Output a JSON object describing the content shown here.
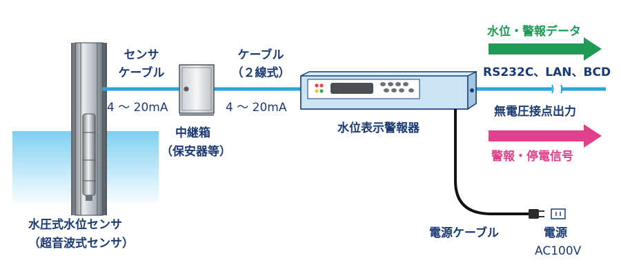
{
  "labels": {
    "sensor_cable_line1": "センサ",
    "sensor_cable_line2": "ケーブル",
    "signal_left": "4 ～ 20mA",
    "junction_box_name": "中継箱",
    "junction_box_note": "（保安器等）",
    "cable_line1": "ケーブル",
    "cable_line2": "（２線式）",
    "signal_mid": "4 ～ 20mA",
    "display_unit": "水位表示警報器",
    "data_output": "水位・警報データ",
    "interfaces": "RS232C、LAN、BCD",
    "dry_contact": "無電圧接点出力",
    "alarm_output": "警報・停電信号",
    "power_cable": "電源ケーブル",
    "power_label": "電源",
    "power_spec": "AC100V",
    "sensor_name": "水圧式水位センサ",
    "sensor_alt": "（超音波式センサ）"
  },
  "colors": {
    "text_navy": "#1b3a73",
    "cable_blue": "#29a3df",
    "water": "#b8e4f7",
    "arrow_green": "#1f9a55",
    "arrow_pink": "#e0408c",
    "unit_body": "#c9e4f5"
  },
  "icons": {
    "pipe": "well-pipe-icon",
    "sensor": "pressure-sensor-icon",
    "junction": "junction-box-icon",
    "display": "display-alarm-unit-icon",
    "plug": "power-plug-icon",
    "outlet": "power-outlet-icon"
  }
}
